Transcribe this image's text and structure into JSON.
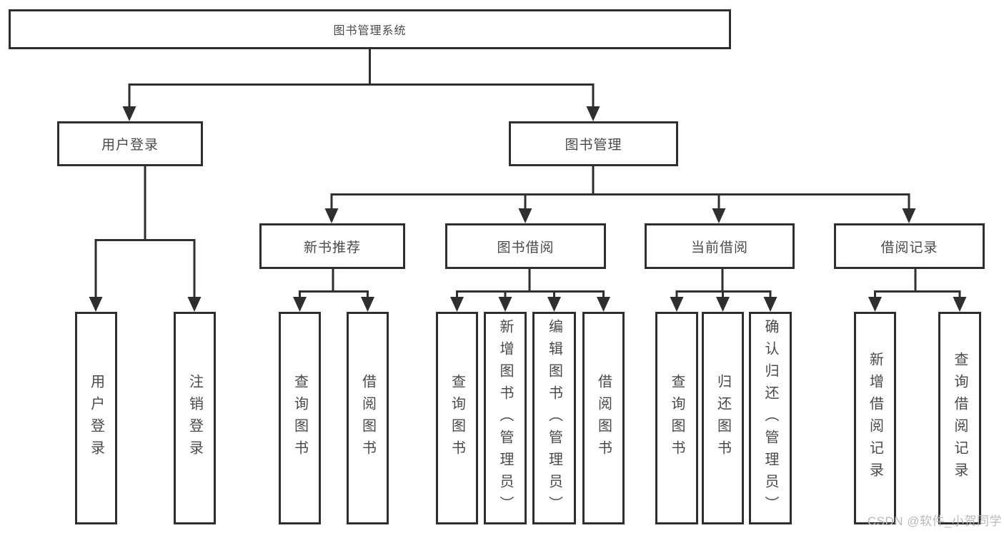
{
  "diagram": {
    "root": {
      "label": "图书管理系统"
    },
    "level2": [
      {
        "label": "用户登录"
      },
      {
        "label": "图书管理"
      }
    ],
    "level3": [
      {
        "label": "新书推荐"
      },
      {
        "label": "图书借阅"
      },
      {
        "label": "当前借阅"
      },
      {
        "label": "借阅记录"
      }
    ],
    "leaves": {
      "user_login": [
        {
          "label": "用户登录"
        },
        {
          "label": "注销登录"
        }
      ],
      "new_book": [
        {
          "label": "查询图书"
        },
        {
          "label": "借阅图书"
        }
      ],
      "book_borrow": [
        {
          "label": "查询图书"
        },
        {
          "label": "新增图书（管理员）"
        },
        {
          "label": "编辑图书（管理员）"
        },
        {
          "label": "借阅图书"
        }
      ],
      "current_borrow": [
        {
          "label": "查询图书"
        },
        {
          "label": "归还图书"
        },
        {
          "label": "确认归还（管理员）"
        }
      ],
      "borrow_records": [
        {
          "label": "新增借阅记录"
        },
        {
          "label": "查询借阅记录"
        }
      ]
    },
    "colors": {
      "line": "#2f2f2f",
      "text": "#4a4a4a",
      "background": "#ffffff",
      "watermark": "#b9b9b9"
    }
  },
  "watermark": {
    "text": "CSDN @软件_小贺同学"
  }
}
